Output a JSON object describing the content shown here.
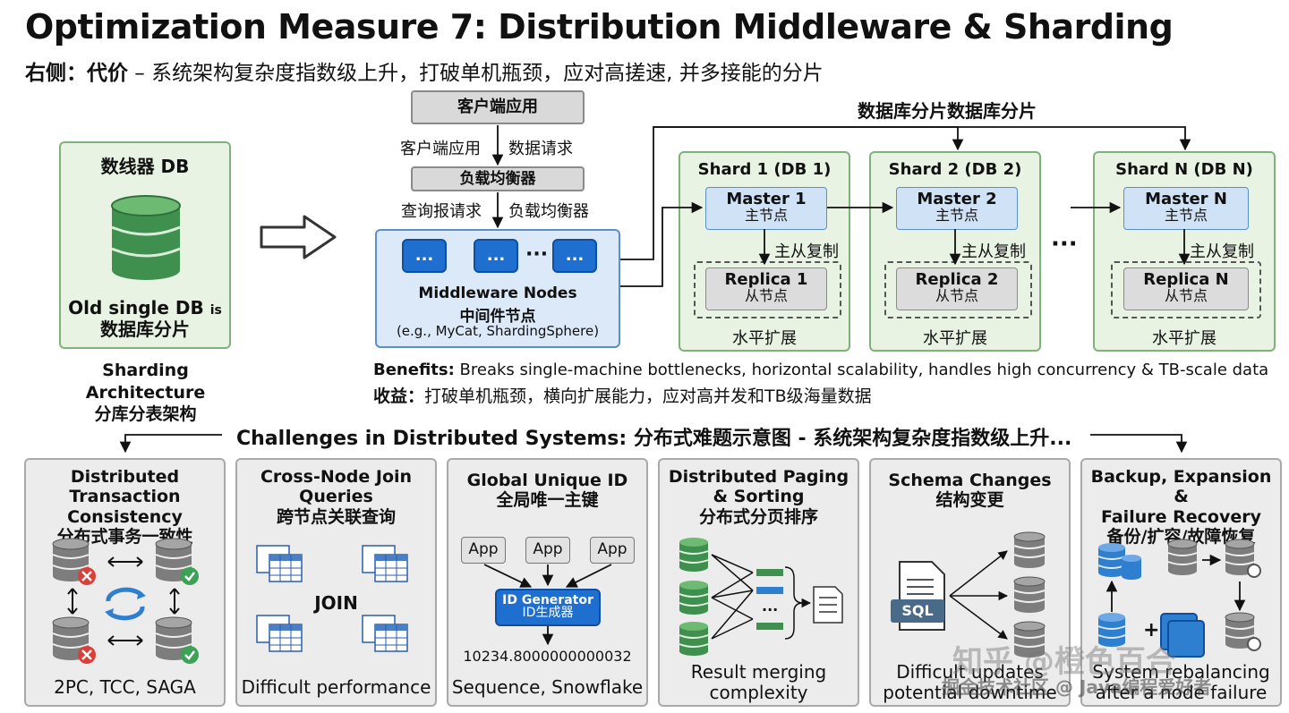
{
  "header": {
    "title": "Optimization Measure 7: Distribution Middleware & Sharding",
    "subtitle_bold": "右侧：代价",
    "subtitle_rest": " – 系统架构复杂度指数级上升，打破单机瓶颈，应对高搓速, 并多接能的分片"
  },
  "old_db": {
    "title": "数线器 DB",
    "caption_line1": "Old single DB",
    "caption_is": "is",
    "caption_line2": "数据库分片",
    "arch_en": "Sharding Architecture",
    "arch_cn": "分库分表架构"
  },
  "flow": {
    "client": "客户端应用",
    "client_label": "客户端应用",
    "request_label": "数据请求",
    "lb": "负载均衡器",
    "query_label": "查询报请求",
    "lb_label": "负载均衡器",
    "middleware_en": "Middleware Nodes",
    "middleware_cn": "中间件节点",
    "middleware_eg": "(e.g., MyCat, ShardingSphere)",
    "node_dots": "...",
    "between_dots": "···"
  },
  "sharding_title": "数据库分片数据库分片",
  "shards": [
    {
      "name": "Shard 1 (DB 1)",
      "master": "Master 1",
      "master_cn": "主节点",
      "repl_label": "主从复制",
      "replica": "Replica 1",
      "replica_cn": "从节点",
      "scale": "水平扩展"
    },
    {
      "name": "Shard 2 (DB 2)",
      "master": "Master 2",
      "master_cn": "主节点",
      "repl_label": "主从复制",
      "replica": "Replica 2",
      "replica_cn": "从节点",
      "scale": "水平扩展"
    },
    {
      "name": "Shard N (DB N)",
      "master": "Master N",
      "master_cn": "主节点",
      "repl_label": "主从复制",
      "replica": "Replica N",
      "replica_cn": "从节点",
      "scale": "水平扩展"
    }
  ],
  "shard_dots": "···",
  "benefits": {
    "en_label": "Benefits:",
    "en_text": " Breaks single-machine bottlenecks, horizontal scalability, handles high concurrency & TB-scale data",
    "cn_label": "收益：",
    "cn_text": "打破单机瓶颈，横向扩展能力，应对高并发和TB级海量数据"
  },
  "challenges_title": "Challenges in Distributed Systems: 分布式难题示意图 - 系统架构复杂度指数级上升...",
  "panels": [
    {
      "t1": "Distributed Transaction",
      "t2": "Consistency",
      "t3": "分布式事务一致性",
      "caption": "2PC, TCC, SAGA"
    },
    {
      "t1": "Cross-Node Join",
      "t2": "Queries",
      "t3": "跨节点关联查询",
      "join": "JOIN",
      "caption": "Difficult performance"
    },
    {
      "t1": "Global Unique ID",
      "t2": "全局唯一主键",
      "app": "App",
      "gen_en": "ID Generator",
      "gen_cn": "ID生成器",
      "id_value": "10234.8000000000032",
      "caption": "Sequence, Snowflake"
    },
    {
      "t1": "Distributed Paging",
      "t2": "& Sorting",
      "t3": "分布式分页排序",
      "dots": "...",
      "cap1": "Result merging",
      "cap2": "complexity"
    },
    {
      "t1": "Schema Changes",
      "t2": "结构变更",
      "sql": "SQL",
      "cap1": "Difficult updates",
      "cap2": "potential downtime"
    },
    {
      "t1": "Backup, Expansion &",
      "t2": "Failure Recovery",
      "t3": "备份/扩容/故障恢复",
      "plus": "+",
      "cap1": "System rebalancing",
      "cap2": "after a node failure"
    }
  ],
  "watermark": {
    "line1": "知乎 @橙色百合",
    "line2": "掘金技术社区 @ Java编程爱好者"
  },
  "colors": {
    "green_fill": "#e8f3e4",
    "blue_fill": "#dbe9f8",
    "node_blue": "#1e6fd0",
    "db_green": "#3f8f4e",
    "db_gray": "#7d7d7d",
    "error_red": "#d9403a",
    "ok_green": "#3aa356"
  }
}
